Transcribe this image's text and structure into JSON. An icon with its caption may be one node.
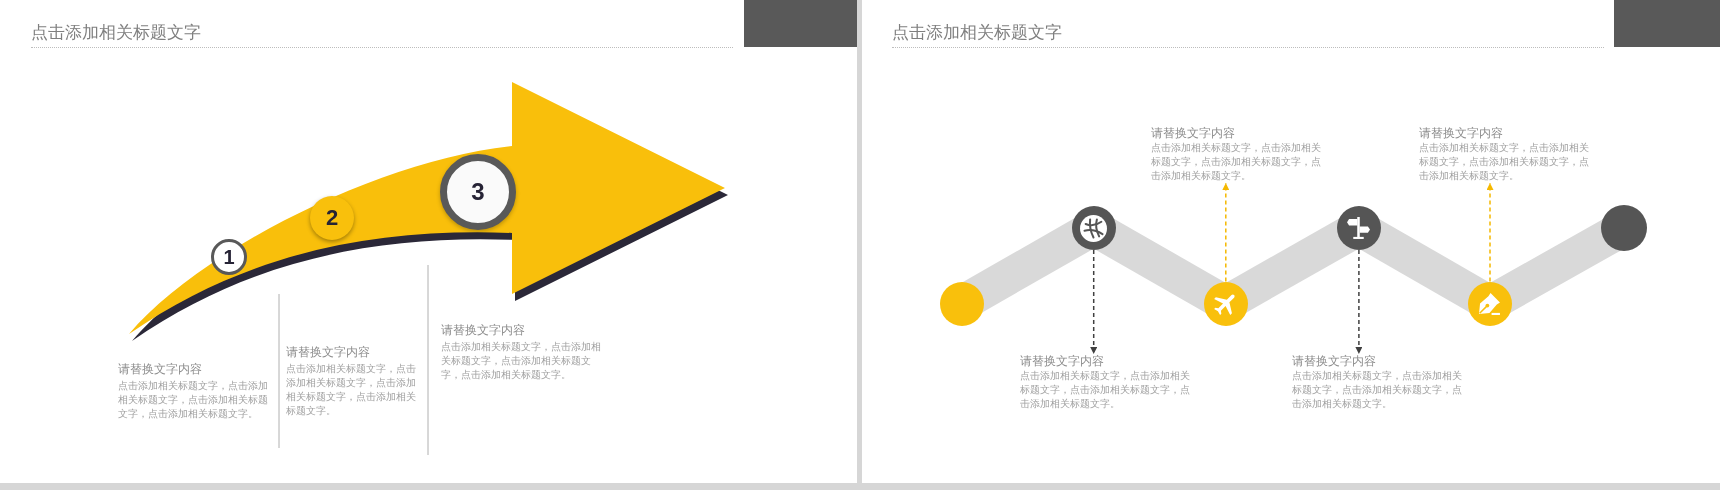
{
  "diagram": {
    "nodes": [
      {
        "text": [
          "1"
        ]
      },
      {
        "text": [
          "2"
        ]
      },
      {
        "text": [
          "3"
        ]
      },
      {
        "text": [],
        "shape": "circle"
      },
      {
        "text": [],
        "shape": "circle"
      },
      {
        "text": [],
        "shape": "circle"
      },
      {
        "text": [],
        "shape": "circle"
      },
      {
        "text": [],
        "shape": "circle"
      },
      {
        "text": [],
        "shape": "circle"
      },
      {
        "text": [
          "请替换文字内容",
          "点击添加相关标题文字，点击添加相关标题文字，点击添加相关标题文字，点击添加相关标题文字。"
        ]
      },
      {
        "text": [
          "请替换文字内容",
          "点击添加相关标题文字，点击添加相关标题文字，点击添加相关标题文字，点击添加相关标题文字。"
        ]
      },
      {
        "text": [
          "请替换文字内容",
          "点击添加相关标题文字，点击添加相关标题文字，点击添加相关标题文字，点击添加相关标题文字。"
        ]
      },
      {
        "text": [
          "请替换文字内容",
          "点击添加相关标题文字，点击添加相关标题文字，点击添加相关标题文字，点击添加相关标题文字。"
        ]
      }
    ],
    "edges": [
      {
        "from": 3,
        "to": 4,
        "arrow": "none"
      },
      {
        "from": 4,
        "to": 5,
        "arrow": "none"
      },
      {
        "from": 5,
        "to": 6,
        "arrow": "none"
      },
      {
        "from": 6,
        "to": 7,
        "arrow": "none"
      },
      {
        "from": 7,
        "to": 8,
        "arrow": "none"
      },
      {
        "from": 4,
        "to": 11,
        "arrow": "to",
        "style": "dashed",
        "color": "#404040"
      },
      {
        "from": 5,
        "to": 9,
        "arrow": "to",
        "style": "dashed",
        "color": "#f5b800"
      },
      {
        "from": 6,
        "to": 12,
        "arrow": "to",
        "style": "dashed",
        "color": "#404040"
      },
      {
        "from": 7,
        "to": 10,
        "arrow": "to",
        "style": "dashed",
        "color": "#f5b800"
      }
    ],
    "labels": [
      "点击添加相关标题文字",
      "请替换文字内容",
      "点击添加相关标题文字，点击添加相关标题文字，点击添加相关标题文字，点击添加相关标题文字。",
      "请替换文字内容",
      "点击添加相关标题文字，点击添加相关标题文字，点击添加相关标题文字，点击添加相关标题文字。",
      "请替换文字内容",
      "点击添加相关标题文字，点击添加相关标题文字，点击添加相关标题文字，点击添加相关标题文字。",
      "点击添加相关标题文字"
    ]
  }
}
